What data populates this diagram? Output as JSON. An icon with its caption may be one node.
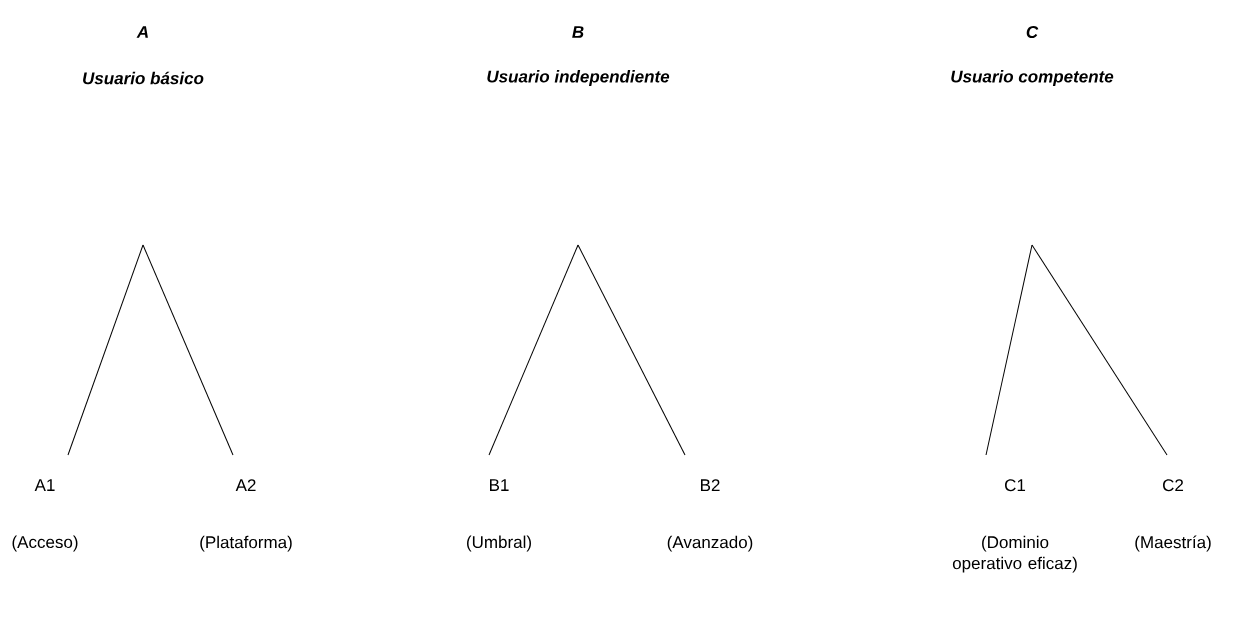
{
  "diagram": {
    "nodes": [
      {
        "text": [
          "A1",
          "(Acceso)"
        ]
      },
      {
        "text": [
          "A2",
          "(Plataforma)"
        ]
      },
      {
        "text": [
          "B1",
          "(Umbral)"
        ]
      },
      {
        "text": [
          "B2",
          "(Avanzado)"
        ]
      },
      {
        "text": [
          "C1",
          "(Dominio operativo eficaz)"
        ]
      },
      {
        "text": [
          "C2",
          "(Maestría)"
        ]
      }
    ],
    "edges": [
      {
        "from": null,
        "to": 0,
        "arrow": "none"
      },
      {
        "from": null,
        "to": 1,
        "arrow": "none"
      },
      {
        "from": null,
        "to": 2,
        "arrow": "none"
      },
      {
        "from": null,
        "to": 3,
        "arrow": "none"
      },
      {
        "from": null,
        "to": 4,
        "arrow": "none"
      },
      {
        "from": null,
        "to": 5,
        "arrow": "none"
      }
    ],
    "labels": [
      "A",
      "B",
      "C",
      "Usuario básico",
      "Usuario independiente",
      "Usuario competente"
    ]
  }
}
